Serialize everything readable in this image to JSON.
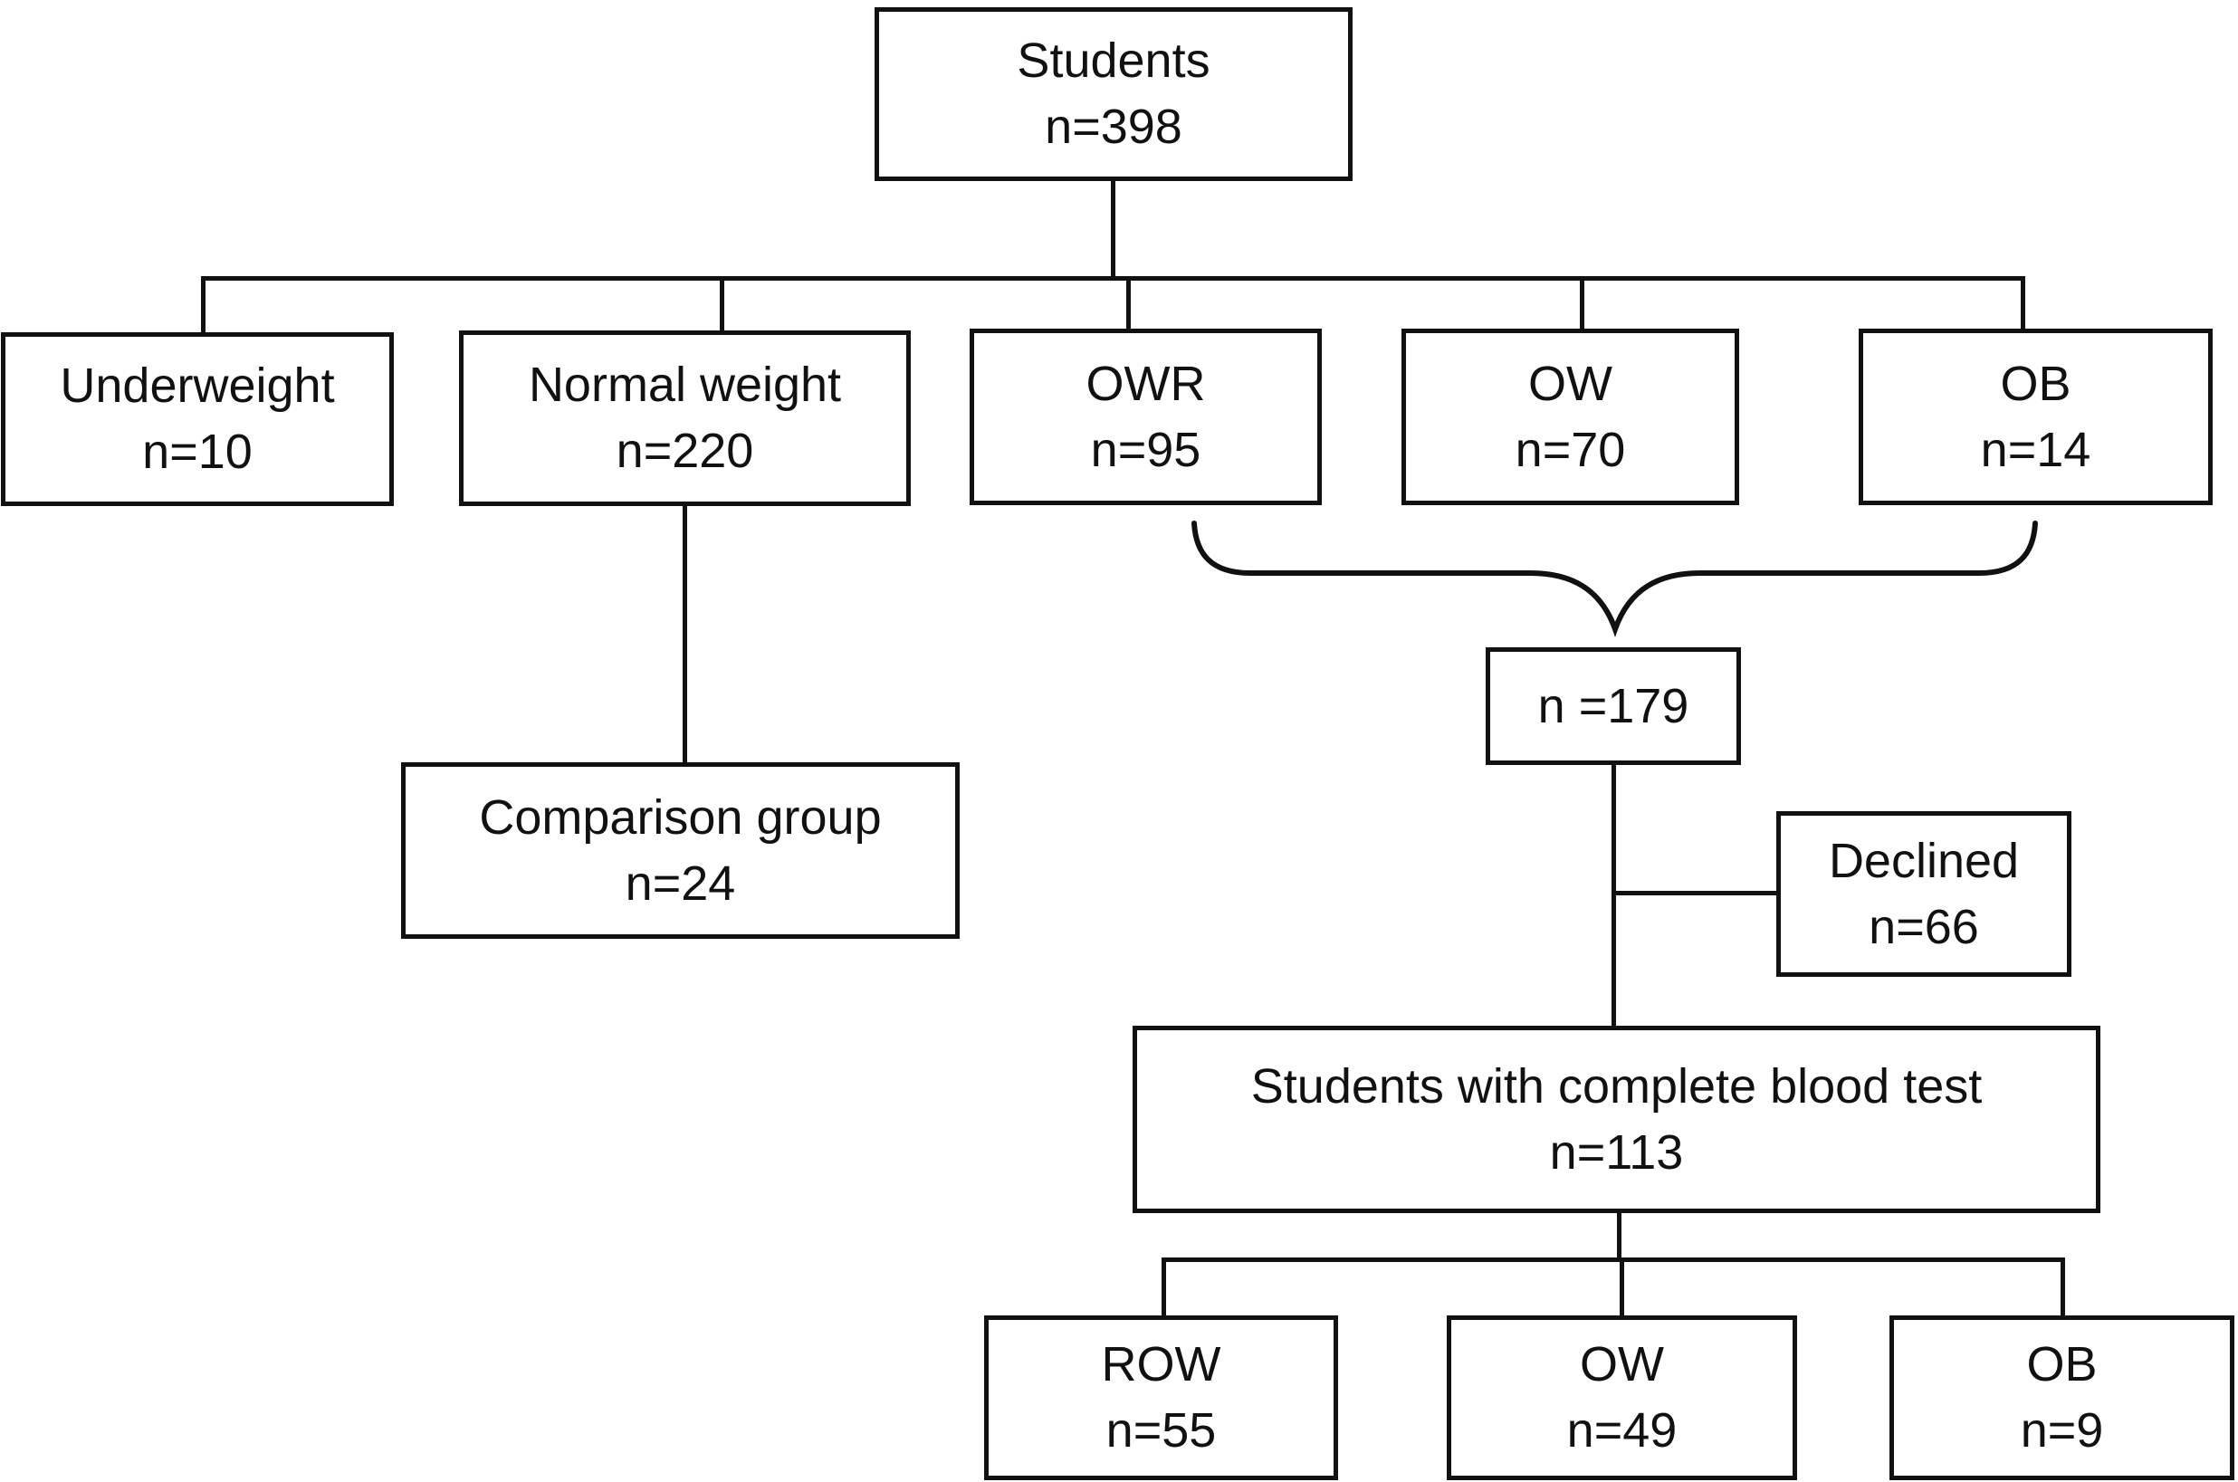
{
  "figure": {
    "type": "study-flow-diagram",
    "background_color": "#ffffff",
    "line_color": "#111111"
  },
  "nodes": {
    "students": {
      "label": "Students",
      "n": "n=398"
    },
    "underweight": {
      "label": "Underweight",
      "n": "n=10"
    },
    "normal_weight": {
      "label": "Normal weight",
      "n": "n=220"
    },
    "owr": {
      "label": "OWR",
      "n": "n=95"
    },
    "ow": {
      "label": "OW",
      "n": "n=70"
    },
    "ob": {
      "label": "OB",
      "n": "n=14"
    },
    "comparison_group": {
      "label": "Comparison group",
      "n": "n=24"
    },
    "combined": {
      "n": "n =179"
    },
    "declined": {
      "label": "Declined",
      "n": "n=66"
    },
    "blood_test": {
      "label": "Students with complete blood test",
      "n": "n=113"
    },
    "row_final": {
      "label": "ROW",
      "n": "n=55"
    },
    "ow_final": {
      "label": "OW",
      "n": "n=49"
    },
    "ob_final": {
      "label": "OB",
      "n": "n=9"
    }
  },
  "edges": [
    "students -> underweight",
    "students -> normal_weight",
    "students -> owr",
    "students -> ow",
    "students -> ob",
    "normal_weight -> comparison_group",
    "owr + ow + ob -> combined (brace)",
    "combined -> declined",
    "combined -> blood_test",
    "blood_test -> row_final",
    "blood_test -> ow_final",
    "blood_test -> ob_final"
  ]
}
